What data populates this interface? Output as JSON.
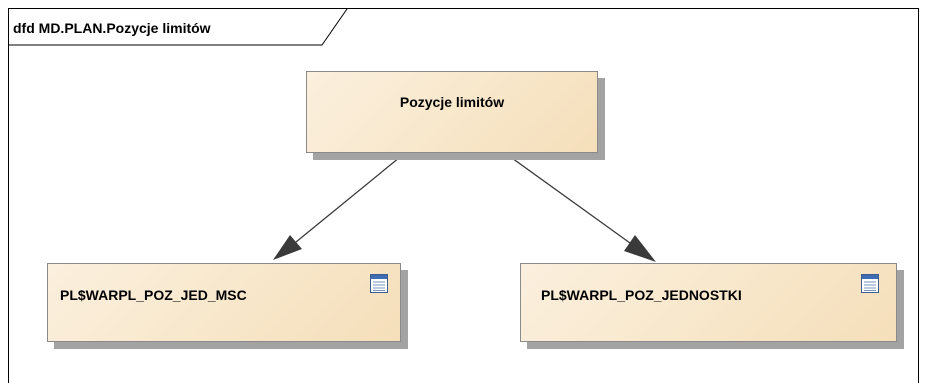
{
  "diagram": {
    "frame_title": "dfd MD.PLAN.Pozycje limitów",
    "nodes": {
      "main": {
        "label": "Pozycje limitów"
      },
      "left": {
        "label": "PL$WARPL_POZ_JED_MSC",
        "icon": "table-icon"
      },
      "right": {
        "label": "PL$WARPL_POZ_JEDNOSTKI",
        "icon": "table-icon"
      }
    },
    "connectors": [
      {
        "from": "main",
        "to": "left",
        "arrowhead": "filled-triangle"
      },
      {
        "from": "main",
        "to": "right",
        "arrowhead": "filled-triangle"
      }
    ],
    "colors": {
      "node_fill_light": "#fbf0de",
      "node_fill_dark": "#f5dfba",
      "node_border": "#8a8a8a",
      "shadow": "#a3a3a3",
      "line": "#3a3a3a"
    }
  }
}
